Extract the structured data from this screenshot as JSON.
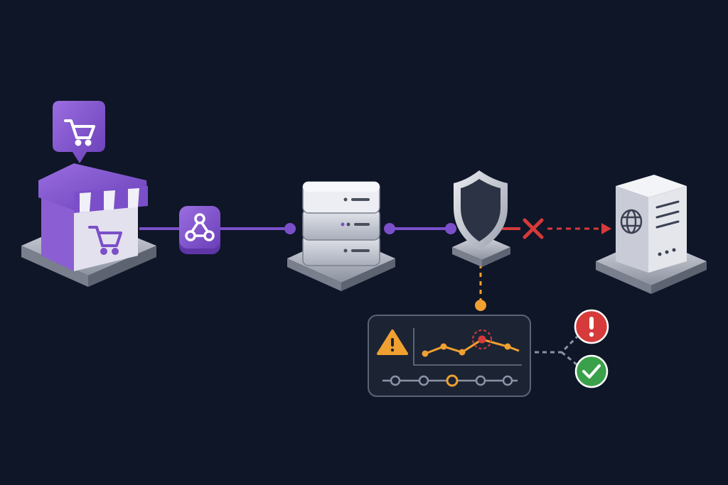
{
  "diagram": {
    "nodes": [
      {
        "id": "store",
        "icon": "storefront-icon",
        "badge_icon": "shopping-cart-icon"
      },
      {
        "id": "webhook",
        "icon": "webhook-icon"
      },
      {
        "id": "server-stack",
        "icon": "server-stack-icon"
      },
      {
        "id": "shield",
        "icon": "shield-icon"
      },
      {
        "id": "web-server",
        "icon": "globe-server-icon"
      }
    ],
    "edges": [
      {
        "from": "store",
        "to": "webhook",
        "style": "solid-purple"
      },
      {
        "from": "webhook",
        "to": "server-stack",
        "style": "solid-purple"
      },
      {
        "from": "server-stack",
        "to": "shield",
        "style": "solid-purple"
      },
      {
        "from": "shield",
        "to": "web-server",
        "style": "dashed-red-blocked"
      },
      {
        "from": "shield",
        "to": "monitor-panel",
        "style": "dashed-orange"
      },
      {
        "from": "monitor-panel",
        "to": "alert",
        "style": "dashed-gray"
      },
      {
        "from": "monitor-panel",
        "to": "ok",
        "style": "dashed-gray"
      }
    ],
    "monitor_panel": {
      "icons": [
        "warning-icon",
        "line-chart-icon",
        "timeline-icon"
      ],
      "timeline_points": 5,
      "highlighted_point": 3
    },
    "status_icons": [
      "alert-icon",
      "check-icon"
    ],
    "colors": {
      "background": "#0e1628",
      "accent_purple": "#7b4fc9",
      "alert_red": "#d63a3a",
      "warning_orange": "#f0a030",
      "ok_green": "#3aa04a",
      "device_gray": "#c9ccd6"
    }
  }
}
